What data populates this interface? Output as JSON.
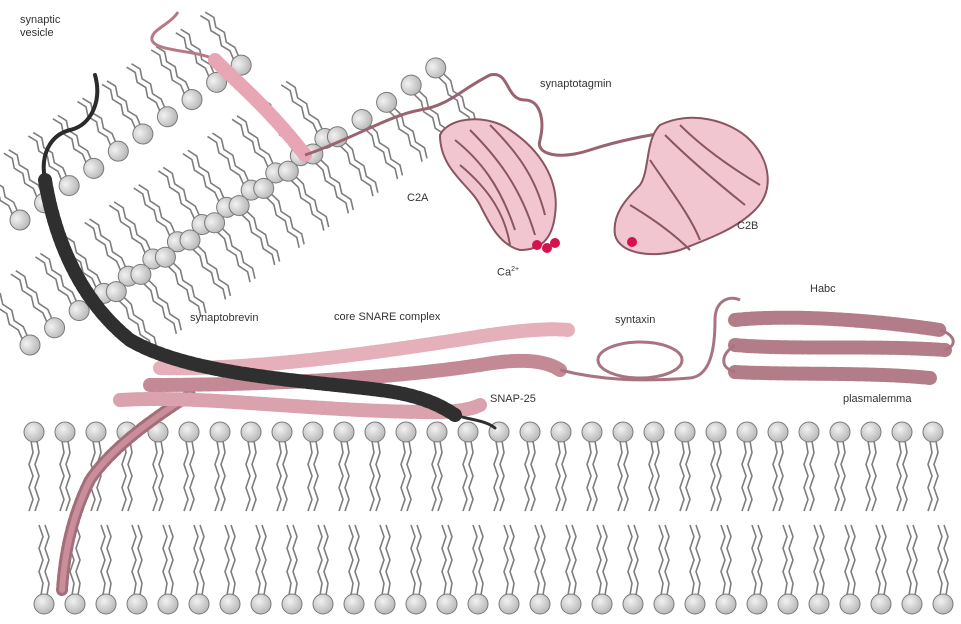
{
  "labels": {
    "synaptic_vesicle_line1": "synaptic",
    "synaptic_vesicle_line2": "vesicle",
    "synaptotagmin": "synaptotagmin",
    "c2a": "C2A",
    "c2b": "C2B",
    "calcium": "Ca",
    "calcium_charge": "2+",
    "synaptobrevin": "synaptobrevin",
    "core_snare_complex": "core SNARE complex",
    "syntaxin": "syntaxin",
    "habc": "Habc",
    "snap25": "SNAP-25",
    "plasmalemma": "plasmalemma"
  },
  "colors": {
    "background": "#ffffff",
    "lipid_head_fill": "#cfcfcf",
    "lipid_head_stroke": "#7a7a7a",
    "lipid_tail": "#7d7d7d",
    "synaptobrevin": "#2f2f2f",
    "synaptotagmin": "#e8a6b4",
    "synaptotagmin_outline": "#8a5560",
    "syntaxin": "#b7808c",
    "snap25": "#d9a2ac",
    "calcium": "#d6124d"
  }
}
